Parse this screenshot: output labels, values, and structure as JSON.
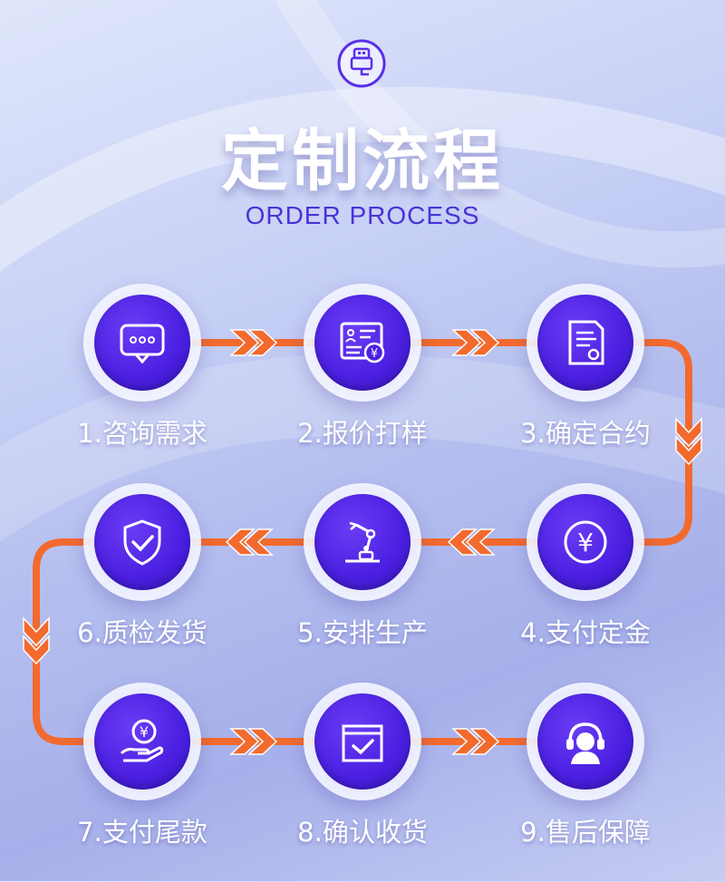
{
  "header": {
    "title": "定制流程",
    "subtitle": "ORDER PROCESS"
  },
  "steps": [
    {
      "label": "1.咨询需求",
      "icon": "chat-bubble-icon"
    },
    {
      "label": "2.报价打样",
      "icon": "quote-document-icon"
    },
    {
      "label": "3.确定合约",
      "icon": "contract-icon"
    },
    {
      "label": "4.支付定金",
      "icon": "yuan-coin-icon"
    },
    {
      "label": "5.安排生产",
      "icon": "robot-arm-icon"
    },
    {
      "label": "6.质检发货",
      "icon": "shield-check-icon"
    },
    {
      "label": "7.支付尾款",
      "icon": "hand-coin-icon"
    },
    {
      "label": "8.确认收货",
      "icon": "box-check-icon"
    },
    {
      "label": "9.售后保障",
      "icon": "headset-support-icon"
    }
  ],
  "colors": {
    "accent": "#4a1fe0",
    "connector": "#f26a2e",
    "subtitle": "#4a32d6"
  }
}
